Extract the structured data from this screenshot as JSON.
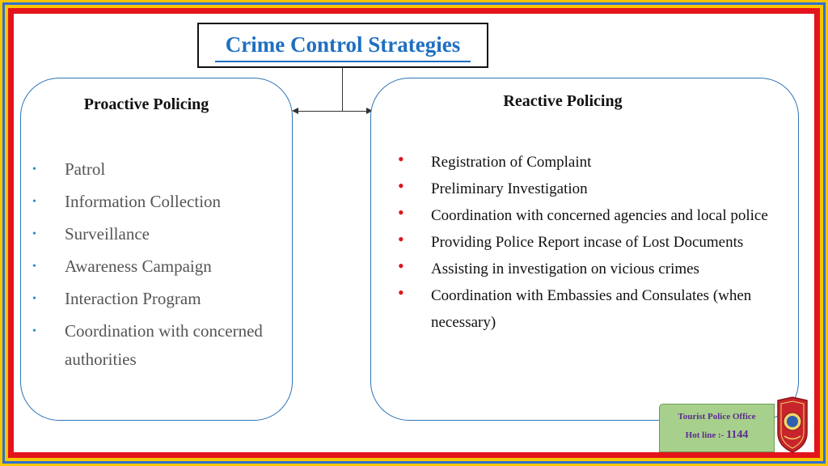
{
  "title": "Crime Control Strategies",
  "proactive": {
    "heading": "Proactive Policing",
    "items": [
      "Patrol",
      "Information Collection",
      "Surveillance",
      "Awareness Campaign",
      "Interaction Program",
      "Coordination with concerned authorities"
    ]
  },
  "reactive": {
    "heading": "Reactive Policing",
    "items": [
      "Registration of Complaint",
      "Preliminary Investigation",
      "Coordination with concerned agencies and local police",
      "Providing Police Report incase of Lost Documents",
      "Assisting in investigation on vicious crimes",
      "Coordination with Embassies and Consulates (when necessary)"
    ]
  },
  "badge": {
    "office": "Tourist Police Office",
    "hotline_label": "Hot line :-",
    "hotline_number": "1144"
  },
  "icons": {
    "proactive_bullet": "dot",
    "reactive_bullet": "dot",
    "emblem": "police-emblem"
  },
  "colors": {
    "title": "#1f6fc0",
    "panel_border": "#2e75b6",
    "reactive_bullet": "#d8181d",
    "proactive_bullet": "#2a8fc7",
    "badge_bg": "#a8d08d",
    "badge_text": "#5b2c8f",
    "frame_red": "#e3141b",
    "frame_yellow": "#f7c600",
    "frame_blue": "#2f6fcf"
  }
}
